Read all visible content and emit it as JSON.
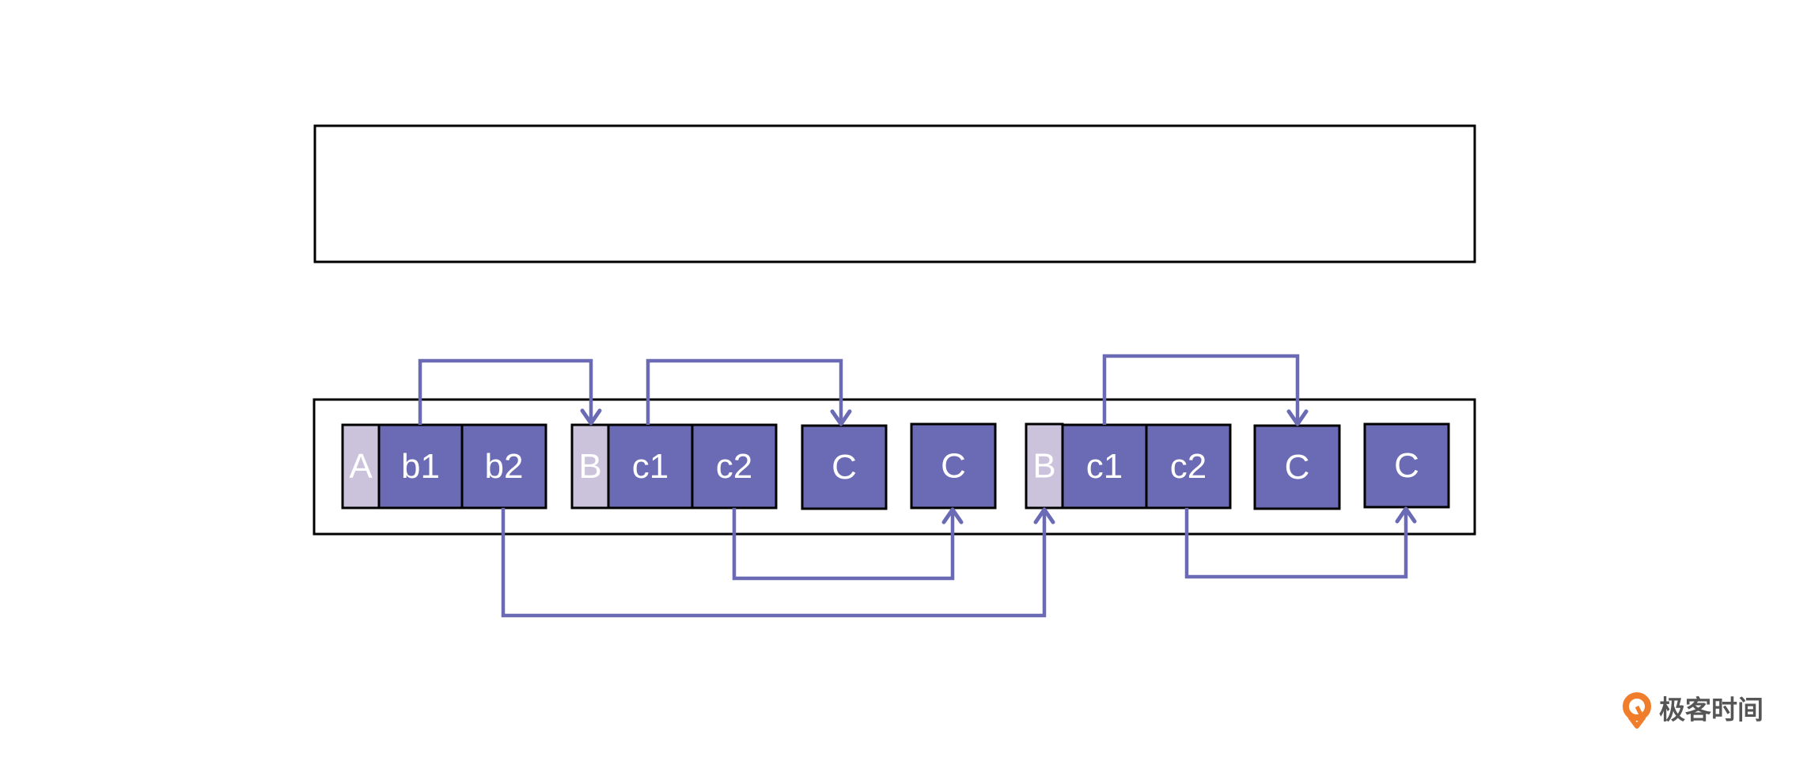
{
  "colors": {
    "light_cell": "#CBC3DB",
    "dark_cell": "#6A6AB5",
    "arrow": "#6A6AB5",
    "border": "#000000",
    "logo_orange": "#F07D2A",
    "logo_text": "#555555"
  },
  "diagram": {
    "top_box": {
      "label": ""
    },
    "memory_row": {
      "cells": [
        {
          "id": "A",
          "text": "A",
          "kind": "light"
        },
        {
          "id": "b1",
          "text": "b1",
          "kind": "dark"
        },
        {
          "id": "b2",
          "text": "b2",
          "kind": "dark"
        },
        {
          "id": "B1",
          "text": "B",
          "kind": "light"
        },
        {
          "id": "c1a",
          "text": "c1",
          "kind": "dark"
        },
        {
          "id": "c2a",
          "text": "c2",
          "kind": "dark"
        },
        {
          "id": "C1",
          "text": "C",
          "kind": "dark"
        },
        {
          "id": "C2",
          "text": "C",
          "kind": "dark"
        },
        {
          "id": "B2",
          "text": "B",
          "kind": "light"
        },
        {
          "id": "c1b",
          "text": "c1",
          "kind": "dark"
        },
        {
          "id": "c2b",
          "text": "c2",
          "kind": "dark"
        },
        {
          "id": "C3",
          "text": "C",
          "kind": "dark"
        },
        {
          "id": "C4",
          "text": "C",
          "kind": "dark"
        }
      ]
    },
    "pointers": [
      {
        "from": "b1",
        "to": "B1",
        "route": "above"
      },
      {
        "from": "b2",
        "to": "B2",
        "route": "below"
      },
      {
        "from": "c1a",
        "to": "C1",
        "route": "above"
      },
      {
        "from": "c2a",
        "to": "C2",
        "route": "below"
      },
      {
        "from": "c1b",
        "to": "C3",
        "route": "above"
      },
      {
        "from": "c2b",
        "to": "C4",
        "route": "below"
      }
    ]
  },
  "logo": {
    "icon": "geektime-logo-icon",
    "text": "极客时间"
  }
}
